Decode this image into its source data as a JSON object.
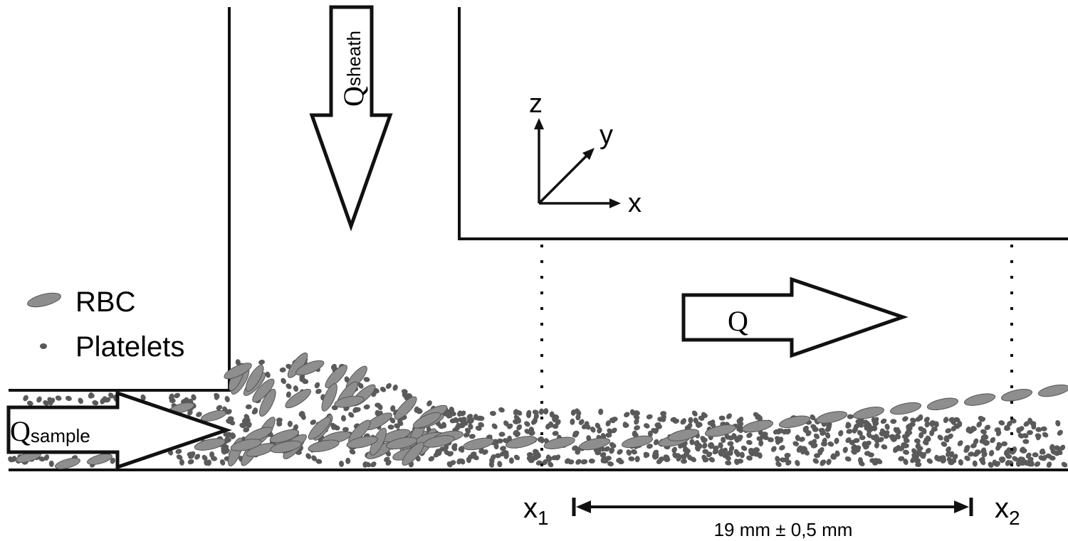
{
  "flows": {
    "sheath_symbol": "Q",
    "sheath_subscript": "sheath",
    "sample_symbol": "Q",
    "sample_subscript": "sample",
    "outlet_label": "Q"
  },
  "axes": {
    "z": "z",
    "y": "y",
    "x": "x"
  },
  "legend": {
    "rbc": "RBC",
    "platelets": "Platelets"
  },
  "positions": {
    "x1_symbol": "x",
    "x1_subscript": "1",
    "x2_symbol": "x",
    "x2_subscript": "2"
  },
  "distance": "19 mm ± 0,5 mm",
  "colors": {
    "rbc": "#8e8e8e",
    "platelet": "#5a5a5a",
    "lines": "#111111"
  }
}
